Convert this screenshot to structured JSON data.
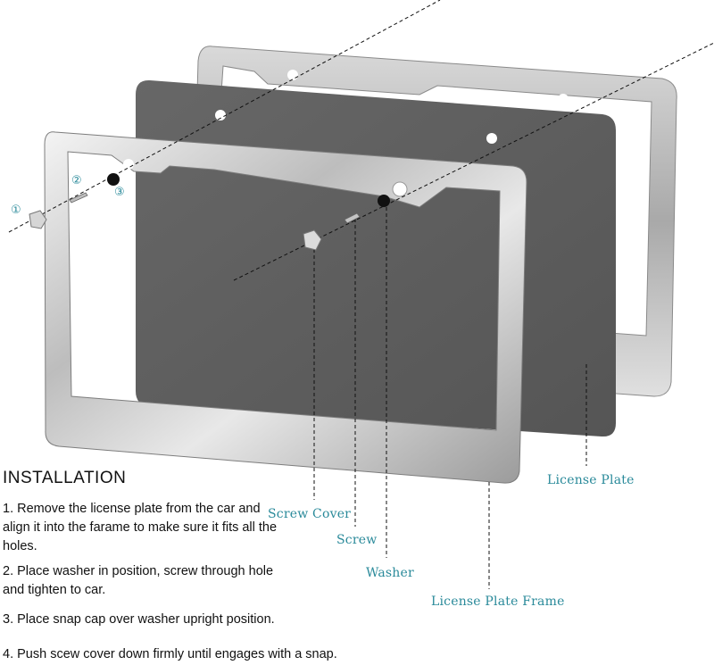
{
  "heading": "INSTALLATION",
  "steps": [
    "1. Remove the license plate from the car and align it into the farame to make sure it fits all the holes.",
    "2. Place washer in position, screw through hole and tighten to car.",
    "3. Place snap cap over washer upright position.",
    "4. Push scew cover down firmly until engages with a snap."
  ],
  "part_labels": {
    "license_plate": "License Plate",
    "screw_cover": "Screw Cover",
    "screw": "Screw",
    "washer": "Washer",
    "license_plate_frame": "License Plate Frame"
  },
  "step_markers": [
    "①",
    "②",
    "③"
  ],
  "colors": {
    "label_teal": "#2a8a9a",
    "plate_gray": "#5f5f5f",
    "frame_silver": "#c8c8c8"
  }
}
